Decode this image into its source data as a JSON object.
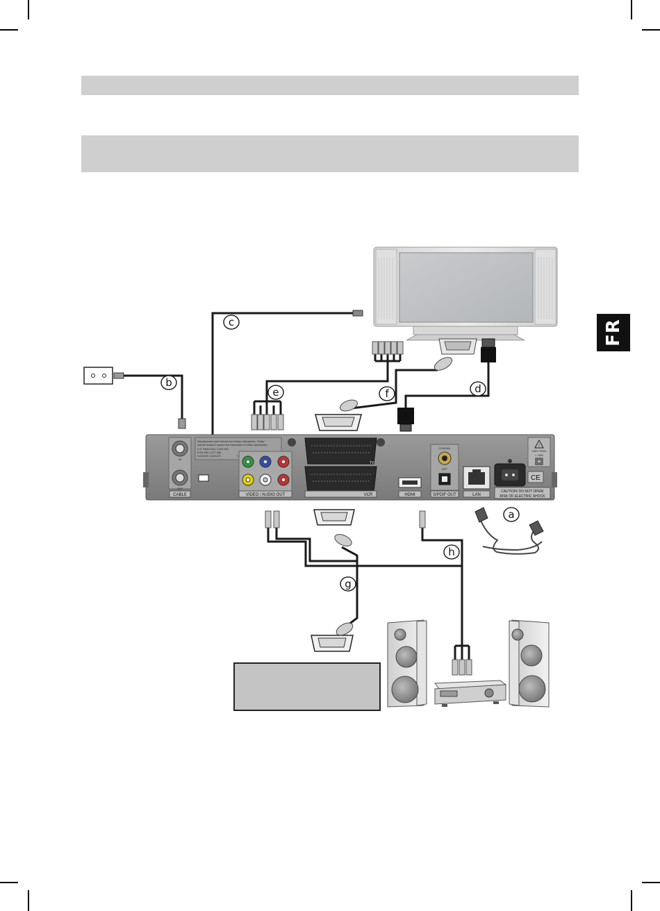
{
  "language_tab": "FR",
  "callouts": {
    "a": "a",
    "b": "b",
    "c": "c",
    "d": "d",
    "e": "e",
    "f": "f",
    "g": "g",
    "h": "h"
  },
  "receiver": {
    "label_cable": "CABLE",
    "label_in": "IN",
    "label_out": "OUT",
    "label_video_audio_out": "VIDEO / AUDIO OUT",
    "label_tv": "TV",
    "label_vcr": "VCR",
    "label_hdmi": "HDMI",
    "label_coaxial": "COAXIAL",
    "label_opt": "OPT",
    "label_spdif_out": "S/PDIF OUT",
    "label_lan": "LAN",
    "label_voltage": "230V~50Hz",
    "label_power": "< 16W",
    "label_caution_1": "CAUTION! DO NOT OPEN!",
    "label_caution_2": "RISK OF ELECTRIC SHOCK",
    "label_ce": "CE",
    "dolby_1": "Manufactured under license from Dolby Laboratories. \"Dolby\"",
    "dolby_2": "and the double-D symbol are trademarks of Dolby Laboratories.",
    "patent_1": "U.S. Patent No's: 5,451,942;",
    "patent_2": "6,311,869; 6,477,286;",
    "patent_3": "6,623,509; 6,624,873",
    "patent_4": "7,039,734"
  }
}
